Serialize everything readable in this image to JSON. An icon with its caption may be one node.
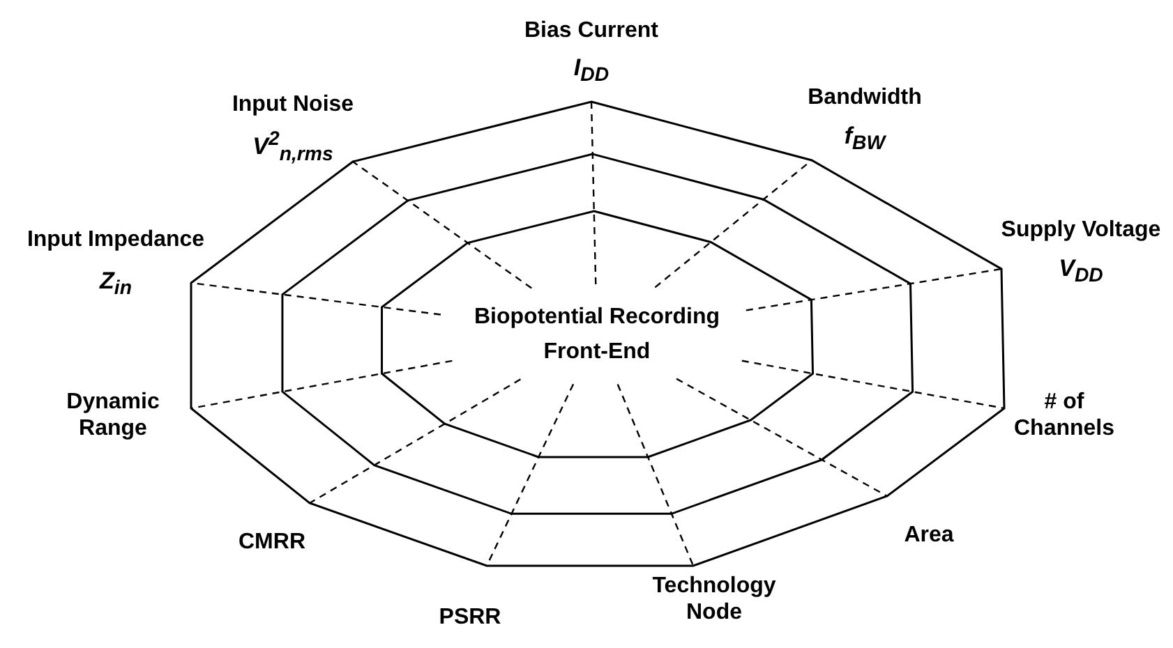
{
  "diagram": {
    "nodes": [
      {
        "text": [
          "Biopotential Recording Front-End"
        ]
      }
    ],
    "labels": [
      "Bias Current",
      "I$_{DD}$",
      "Input Noise",
      "V$^{2}$$_{n,rms}$",
      "Bandwidth",
      "f$_{BW}$",
      "Input Impedance",
      "Z$_{in}$",
      "Supply Voltage",
      "V$_{DD}$",
      "Dynamic Range",
      "# of Channels",
      "CMRR",
      "Area",
      "PSRR",
      "Technology Node"
    ]
  }
}
